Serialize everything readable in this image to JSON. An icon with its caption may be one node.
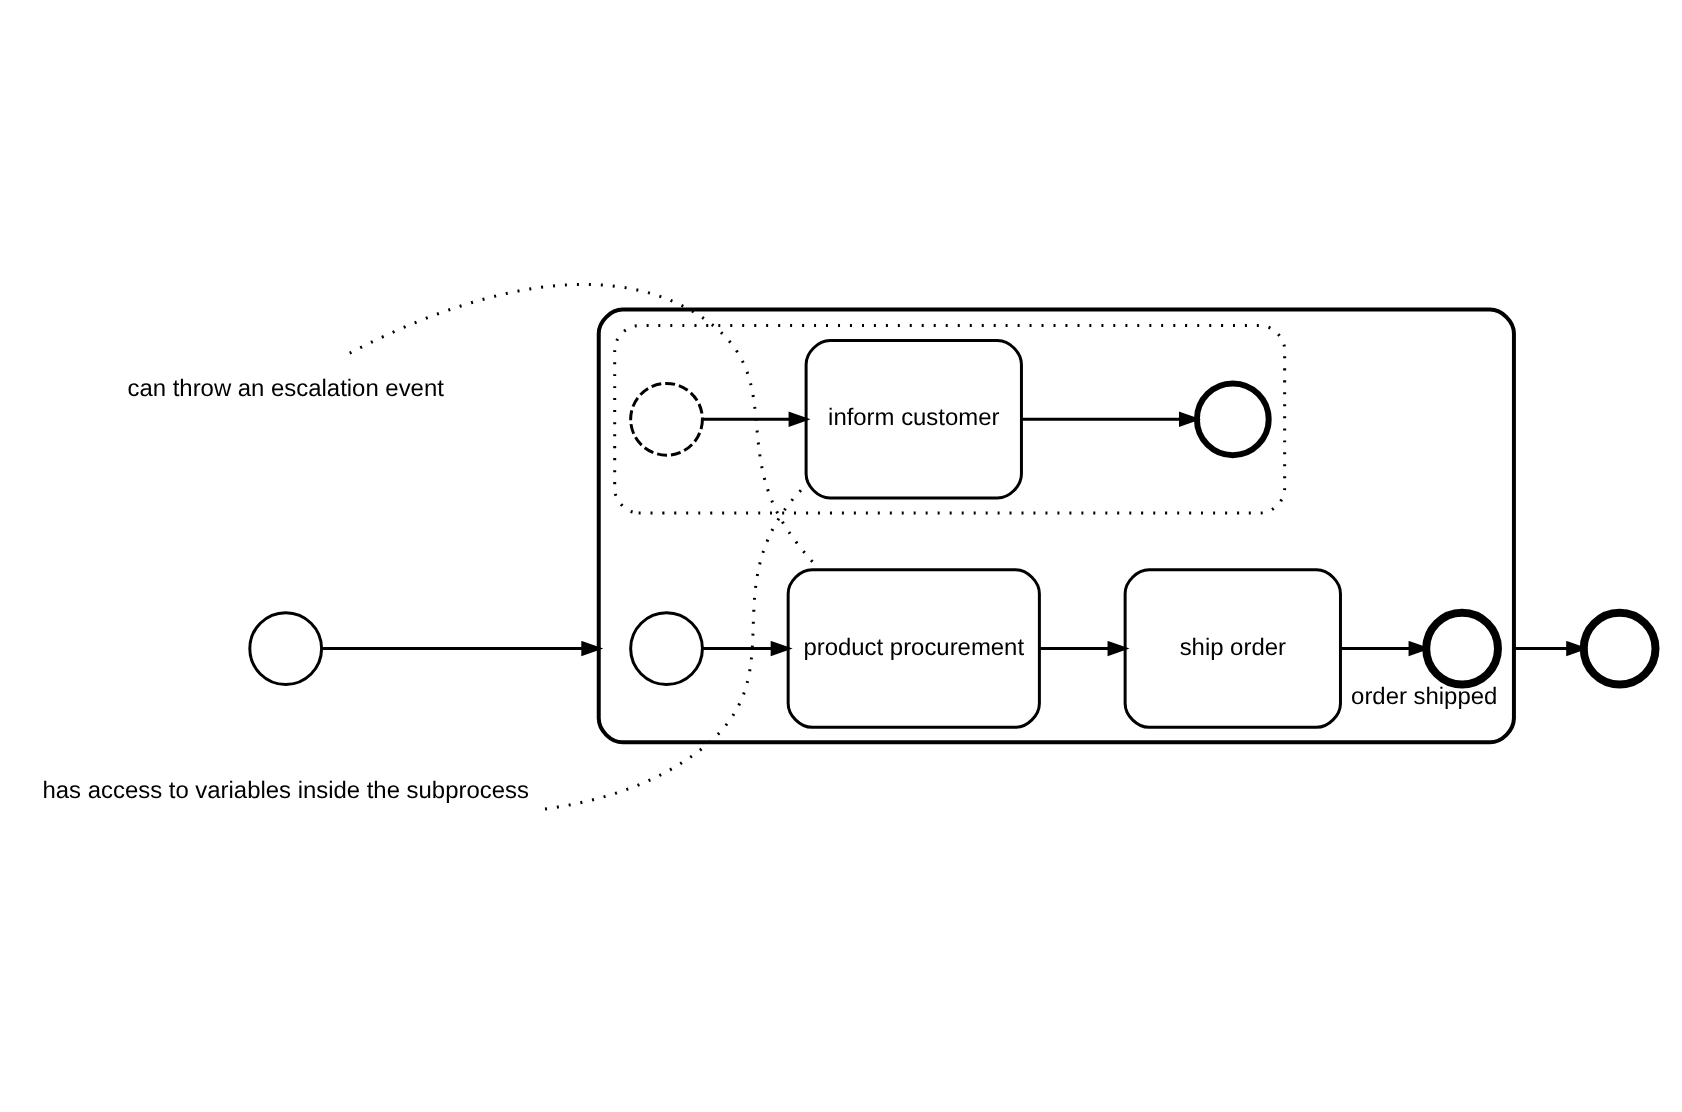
{
  "diagram": {
    "nodes": [
      {
        "text": [
          "can throw an escalation event"
        ]
      },
      {
        "text": [],
        "shape": "circle"
      },
      {
        "text": [],
        "shape": "box"
      },
      {
        "text": [],
        "shape": "circle",
        "in": 2
      },
      {
        "text": [
          "product procurement"
        ],
        "in": 2
      },
      {
        "text": [
          "ship order"
        ],
        "in": 2
      },
      {
        "text": [],
        "shape": "circle",
        "in": 2,
        "beside": [
          "order shipped"
        ]
      },
      {
        "text": [],
        "shape": "box",
        "in": 2
      },
      {
        "text": [],
        "shape": "circle",
        "in": 7
      },
      {
        "text": [
          "inform customer"
        ],
        "in": 7
      },
      {
        "text": [],
        "shape": "circle",
        "in": 7
      },
      {
        "text": [],
        "shape": "circle"
      },
      {
        "text": [
          "has access to variables inside the subprocess"
        ]
      }
    ],
    "edges": [
      {
        "from": 1,
        "to": 2,
        "arrow": "to"
      },
      {
        "from": 3,
        "to": 4,
        "arrow": "to"
      },
      {
        "from": 4,
        "to": 5,
        "arrow": "to"
      },
      {
        "from": 5,
        "to": 6,
        "arrow": "to"
      },
      {
        "from": 8,
        "to": 9,
        "arrow": "to"
      },
      {
        "from": 9,
        "to": 10,
        "arrow": "to"
      },
      {
        "from": 2,
        "to": 11,
        "arrow": "to"
      },
      {
        "from": 0,
        "to": 4,
        "arrow": "none",
        "style": "dashed"
      },
      {
        "from": 12,
        "to": 9,
        "arrow": "none",
        "style": "dashed"
      }
    ]
  }
}
